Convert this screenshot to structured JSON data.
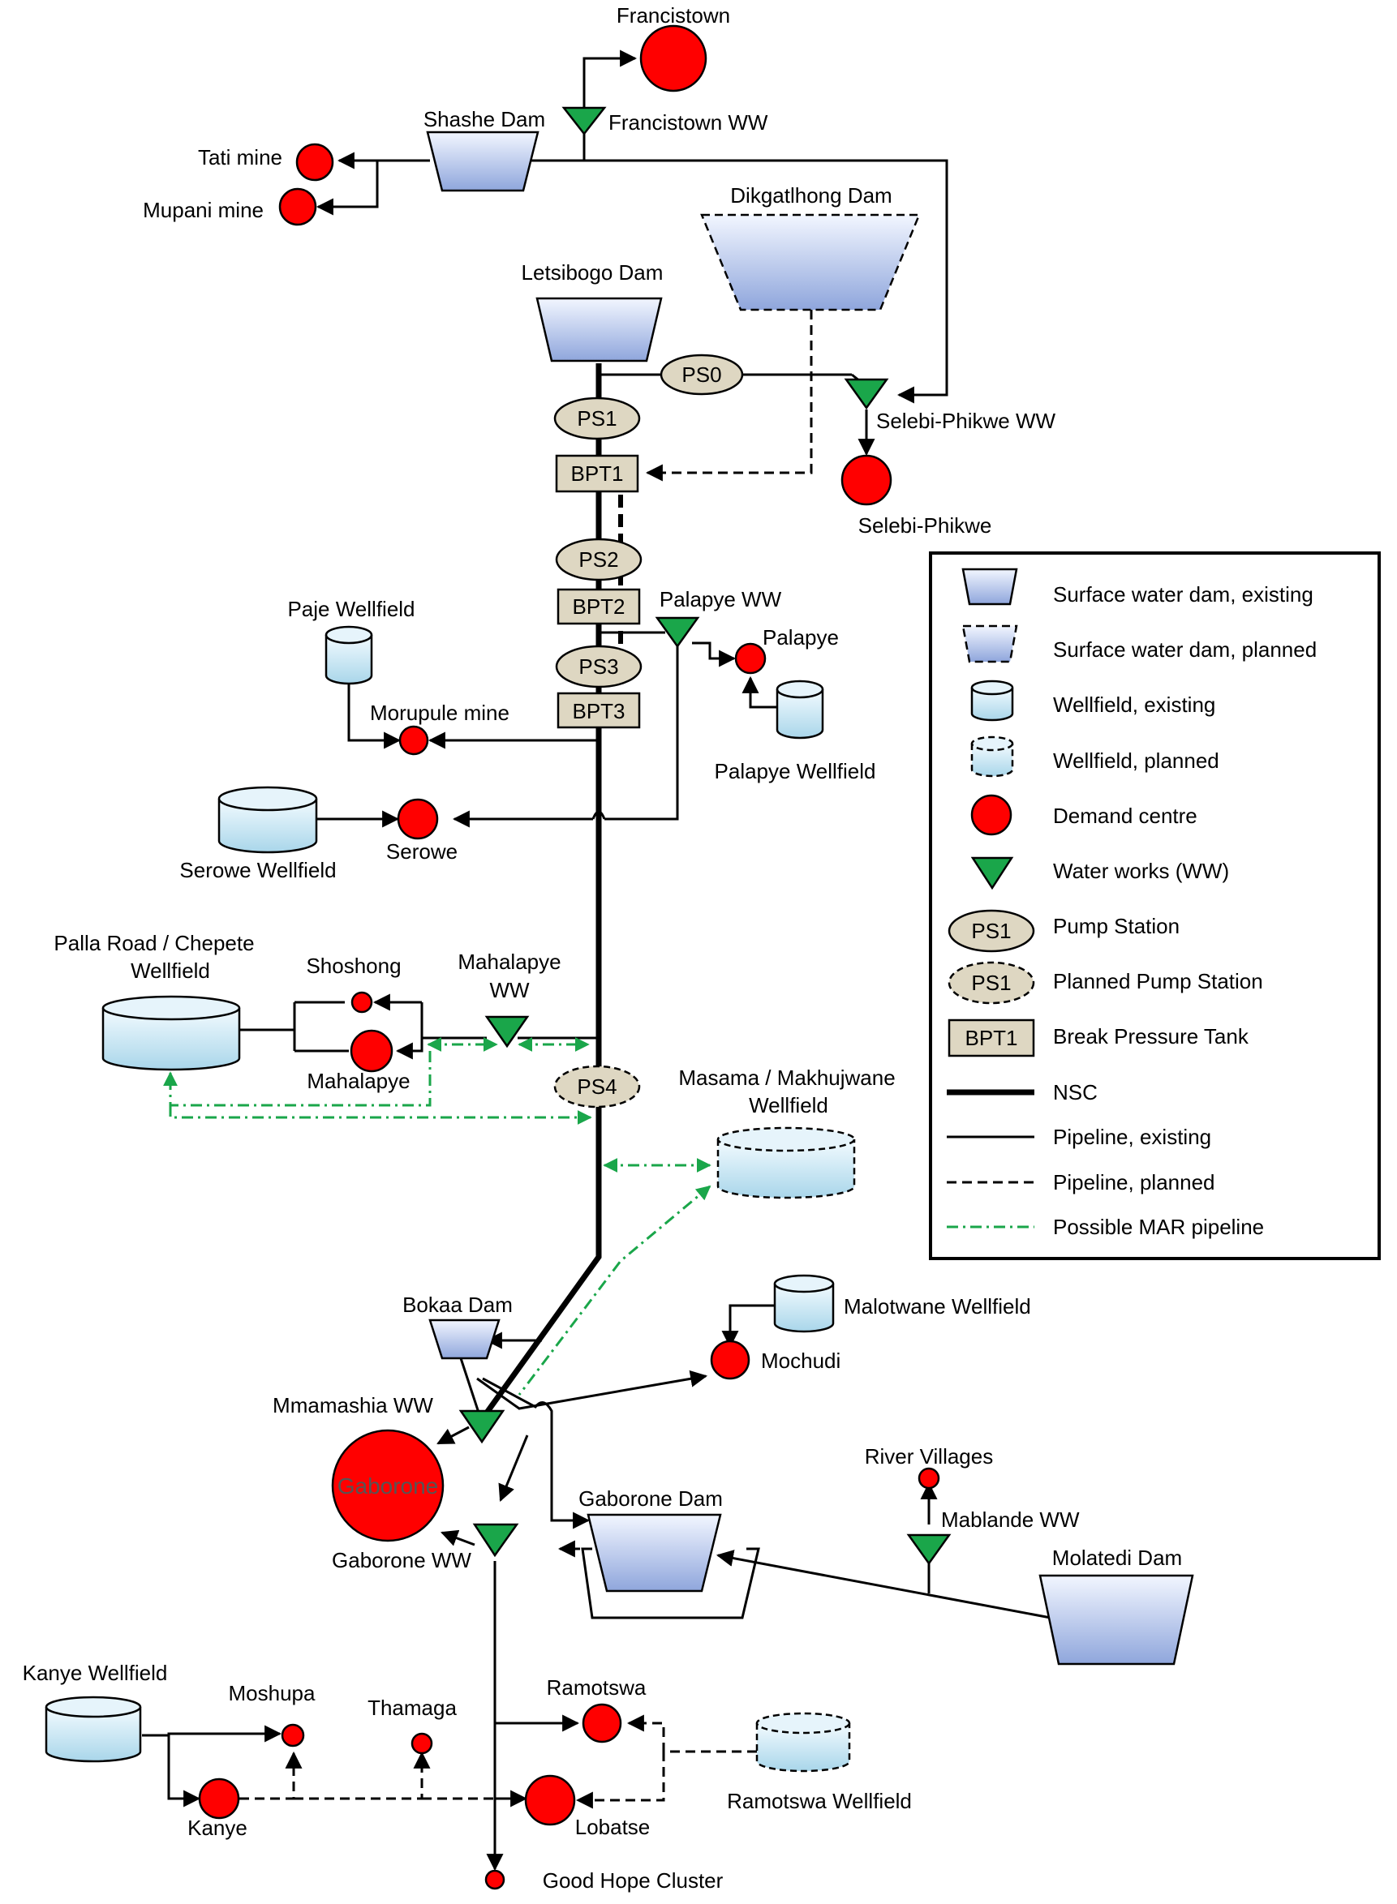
{
  "nodes": {
    "francistown": "Francistown",
    "francistown_ww": "Francistown WW",
    "shashe_dam": "Shashe Dam",
    "tati_mine": "Tati mine",
    "mupani_mine": "Mupani mine",
    "dikgatlhong_dam": "Dikgatlhong Dam",
    "letsibogo_dam": "Letsibogo Dam",
    "ps0": "PS0",
    "ps1": "PS1",
    "ps2": "PS2",
    "ps3": "PS3",
    "ps4": "PS4",
    "bpt1": "BPT1",
    "bpt2": "BPT2",
    "bpt3": "BPT3",
    "selebi_phikwe_ww": "Selebi-Phikwe WW",
    "selebi_phikwe": "Selebi-Phikwe",
    "paje_wellfield": "Paje Wellfield",
    "morupule_mine": "Morupule mine",
    "palapye_ww": "Palapye WW",
    "palapye": "Palapye",
    "palapye_wellfield": "Palapye Wellfield",
    "serowe_wellfield": "Serowe Wellfield",
    "serowe": "Serowe",
    "palla_road_1": "Palla Road / Chepete",
    "palla_road_2": "Wellfield",
    "shoshong": "Shoshong",
    "mahalapye_ww_1": "Mahalapye",
    "mahalapye_ww_2": "WW",
    "mahalapye": "Mahalapye",
    "masama_1": "Masama / Makhujwane",
    "masama_2": "Wellfield",
    "bokaa_dam": "Bokaa Dam",
    "malotwane_wellfield": "Malotwane Wellfield",
    "mochudi": "Mochudi",
    "mmamashia_ww": "Mmamashia WW",
    "gaborone": "Gaborone",
    "gaborone_ww": "Gaborone WW",
    "gaborone_dam": "Gaborone Dam",
    "river_villages": "River Villages",
    "mablande_ww": "Mablande WW",
    "molatedi_dam": "Molatedi Dam",
    "kanye_wellfield": "Kanye Wellfield",
    "moshupa": "Moshupa",
    "thamaga": "Thamaga",
    "kanye": "Kanye",
    "ramotswa": "Ramotswa",
    "lobatse": "Lobatse",
    "ramotswa_wellfield": "Ramotswa Wellfield",
    "good_hope": "Good Hope Cluster"
  },
  "legend": {
    "items": [
      {
        "symbol": "dam-existing",
        "label": "Surface water dam, existing"
      },
      {
        "symbol": "dam-planned",
        "label": "Surface water dam, planned"
      },
      {
        "symbol": "wellfield-existing",
        "label": "Wellfield, existing"
      },
      {
        "symbol": "wellfield-planned",
        "label": "Wellfield, planned"
      },
      {
        "symbol": "demand",
        "label": "Demand centre"
      },
      {
        "symbol": "water-works",
        "label": "Water works (WW)"
      },
      {
        "symbol": "pump-station",
        "label": "Pump Station",
        "badge": "PS1"
      },
      {
        "symbol": "pump-station-planned",
        "label": "Planned Pump Station",
        "badge": "PS1"
      },
      {
        "symbol": "break-pressure-tank",
        "label": "Break Pressure Tank",
        "badge": "BPT1"
      },
      {
        "symbol": "nsc",
        "label": "NSC"
      },
      {
        "symbol": "pipeline-existing",
        "label": "Pipeline, existing"
      },
      {
        "symbol": "pipeline-planned",
        "label": "Pipeline, planned"
      },
      {
        "symbol": "mar-pipeline",
        "label": "Possible MAR pipeline"
      }
    ]
  },
  "colors": {
    "demand": "#ff0000",
    "water_works": "#1aa64a",
    "mar_pipeline": "#1aa64a",
    "pump_station": "#ded7c2",
    "dam_top": "#f2f6ff",
    "dam_bottom": "#8fa6dc"
  }
}
